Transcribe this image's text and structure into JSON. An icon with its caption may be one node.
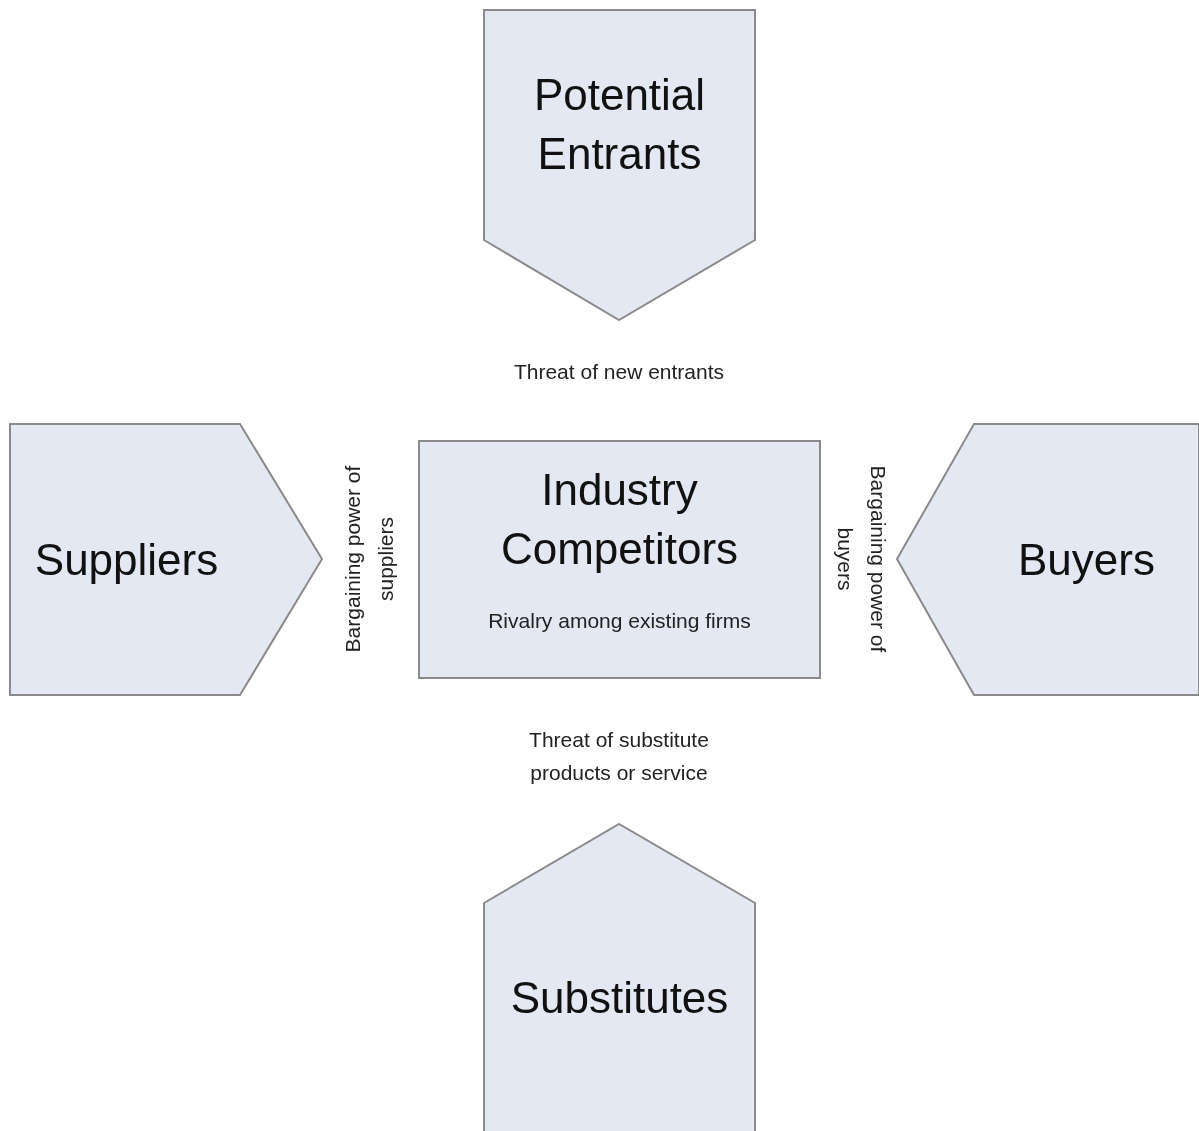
{
  "diagram": {
    "nodes": [
      {
        "text": [
          "Potential Entrants"
        ]
      },
      {
        "text": [
          "Suppliers"
        ]
      },
      {
        "text": [
          "Industry Competitors",
          "Rivalry among existing firms"
        ]
      },
      {
        "text": [
          "Buyers"
        ]
      },
      {
        "text": [
          "Substitutes"
        ]
      }
    ],
    "labels": [
      "Threat of new entrants",
      "Bargaining power of suppliers",
      "Bargaining power of buyers",
      "Threat of substitute products or service"
    ]
  }
}
